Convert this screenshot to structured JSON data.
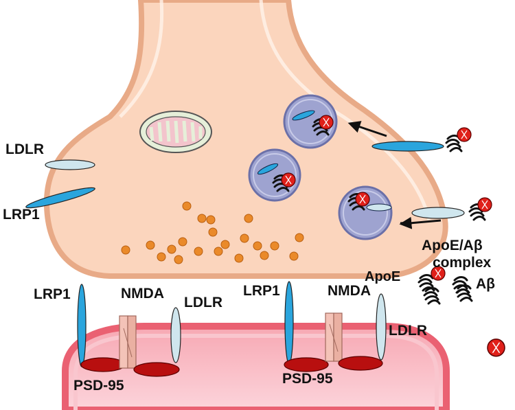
{
  "labels": {
    "ldlr_pre": "LDLR",
    "lrp1_pre": "LRP1",
    "complex_line1": "ApoE/Aβ",
    "complex_line2": "complex",
    "apoe": "ApoE",
    "abeta": "Aβ",
    "lrp1_post_left": "LRP1",
    "nmda_left": "NMDA",
    "ldlr_post_left": "LDLR",
    "psd95_left": "PSD-95",
    "lrp1_post_right": "LRP1",
    "nmda_right": "NMDA",
    "ldlr_post_right": "LDLR",
    "psd95_right": "PSD-95"
  },
  "colors": {
    "presynaptic_fill": "#fbd5bd",
    "presynaptic_outline": "#e8aa87",
    "postsynaptic_fill": "#f6a1ad",
    "postsynaptic_border": "#ea6172",
    "lrp1": "#2aa5dd",
    "ldlr": "#cfe6ee",
    "endosome": "#9ea3d0",
    "vesicle": "#ea8a2a",
    "psd95": "#b80f0f",
    "nmda": "#f4c3b8",
    "apoe": "#e0201a"
  }
}
